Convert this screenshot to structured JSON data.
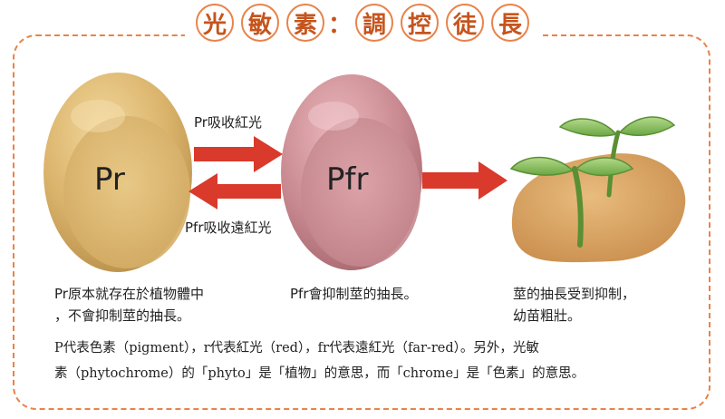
{
  "title": {
    "chars": [
      "光",
      "敏",
      "素",
      "調",
      "控",
      "徒",
      "長"
    ],
    "colon": "："
  },
  "pr": {
    "label": "Pr"
  },
  "pfr": {
    "label": "Pfr"
  },
  "arrows": {
    "forward_label": "Pr吸收紅光",
    "backward_label": "Pfr吸收遠紅光"
  },
  "captions": {
    "pr_line1": "Pr原本就存在於植物體中",
    "pr_line2": "，不會抑制莖的抽長。",
    "pfr": "Pfr會抑制莖的抽長。",
    "plant_line1": "莖的抽長受到抑制，",
    "plant_line2": "幼苗粗壯。"
  },
  "footnote": {
    "line1": "P代表色素（pigment），r代表紅光（red），fr代表遠紅光（far-red）。另外，光敏",
    "line2": "素（phytochrome）的「phyto」是「植物」的意思，而「chrome」是「色素」的意思。"
  },
  "colors": {
    "accent": "#e8834a",
    "title_text": "#c6541d",
    "arrow_red": "#d93a2b",
    "pr_seed": "#d9b26a",
    "pfr_seed": "#c98a91",
    "leaf_green": "#8cc063",
    "soil": "#d9a466"
  }
}
